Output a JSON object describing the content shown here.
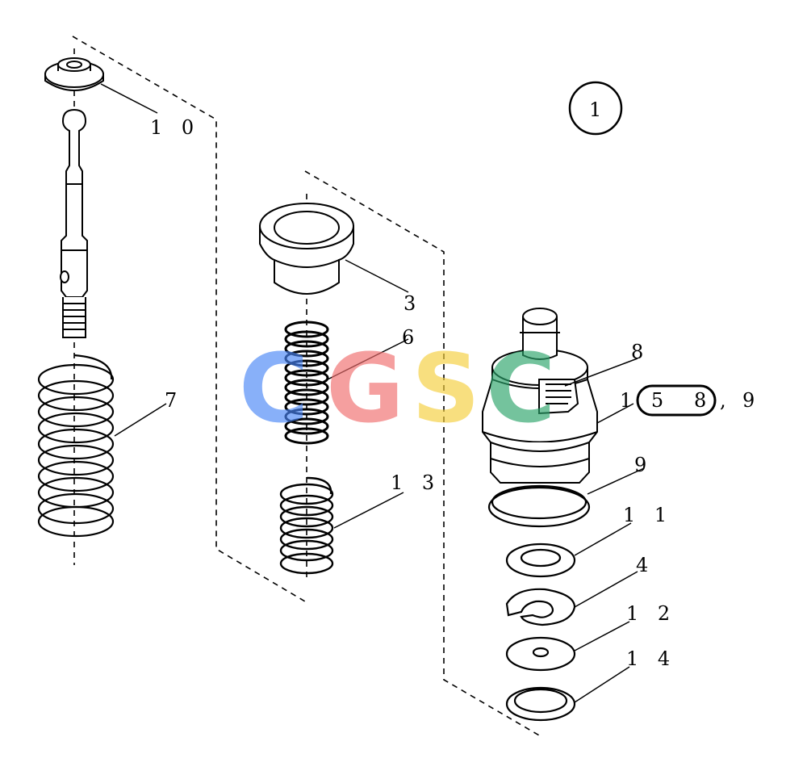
{
  "sheet": {
    "figure_number": "1"
  },
  "callouts": {
    "c10": "1 0",
    "c3": "3",
    "c6": "6",
    "c8": "8",
    "c7": "7",
    "c13": "1 3",
    "c15": "1 5",
    "ref_box": "8",
    "ref_sep": ",",
    "ref_tail": "9",
    "c9": "9",
    "c11": "1 1",
    "c4": "4",
    "c12": "1 2",
    "c14": "1 4"
  },
  "watermark": {
    "letters": [
      "C",
      "G",
      "S",
      "C"
    ],
    "colors": [
      "#4a86f7",
      "#f06d6d",
      "#f5cf3c",
      "#2aa46a"
    ]
  }
}
